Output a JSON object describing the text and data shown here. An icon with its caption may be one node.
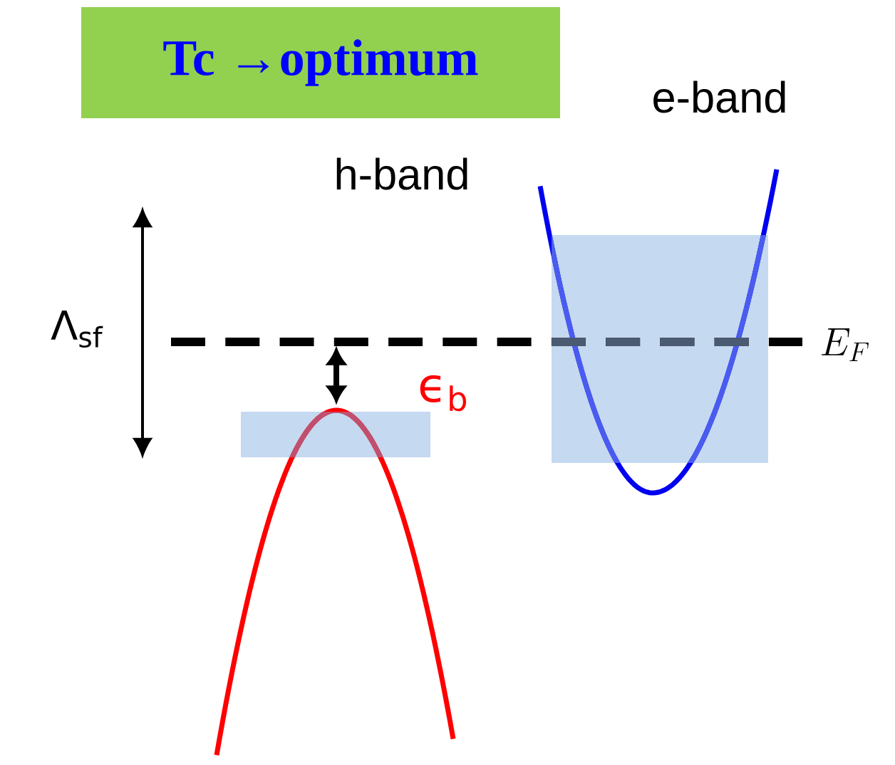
{
  "diagram": {
    "nodes": [
      {
        "text": [
          "Tc →optimum"
        ]
      },
      {
        "text": [],
        "shape": "box"
      },
      {
        "text": [],
        "shape": "box"
      }
    ],
    "labels": [
      "e-band",
      "h-band",
      "Λ$_{sf}$",
      "ϵ$_{b}$",
      "E_F"
    ]
  }
}
